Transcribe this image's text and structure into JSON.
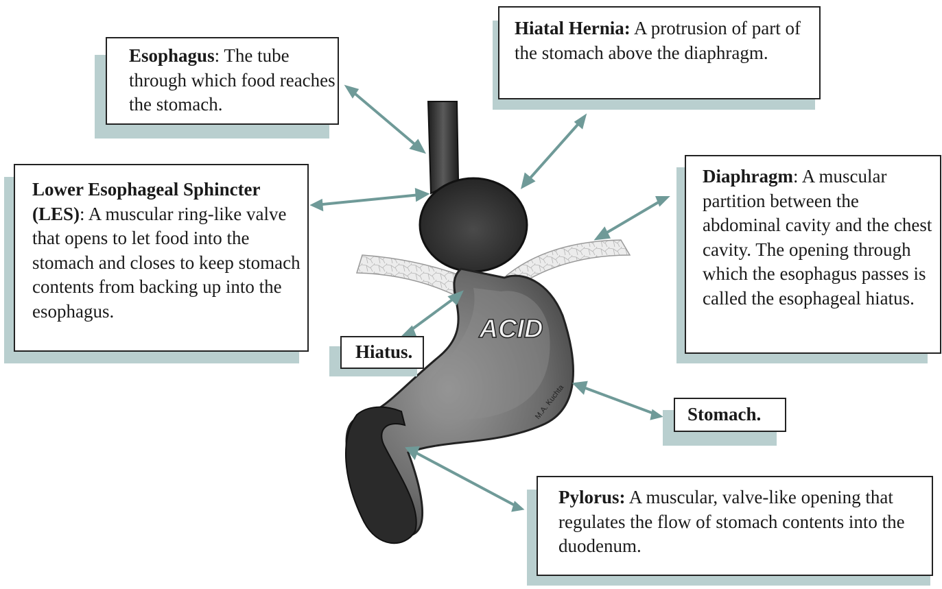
{
  "labels": {
    "esophagus": {
      "term": "Esophagus",
      "text": ": The tube through which food reaches the stomach."
    },
    "hiatal_hernia": {
      "term": "Hiatal Hernia:",
      "text": " A protrusion of part of the stomach above the diaphragm."
    },
    "les": {
      "term": "Lower Esophageal Sphincter (LES)",
      "text": ": A muscular ring-like valve that opens to let food into the stomach and closes to keep stomach contents from backing up into the esophagus."
    },
    "diaphragm": {
      "term": "Diaphragm",
      "text": ": A muscular partition between the abdominal cavity and the chest cavity.  The opening through which the esophagus passes is called the esophageal hiatus."
    },
    "hiatus": {
      "term": "Hiatus."
    },
    "stomach": {
      "term": "Stomach."
    },
    "pylorus": {
      "term": "Pylorus:",
      "text": " A muscular, valve-like opening that regulates the flow of stomach contents into the duodenum."
    }
  },
  "illustration": {
    "acid_text": "ACID",
    "signature": "M.A. Kuchta"
  },
  "colors": {
    "shadow": "#b9cfcf",
    "arrow": "#6f9a98",
    "organ_dark": "#3a3a3a",
    "organ_mid": "#6b6b6b",
    "diaphragm_fill": "#e3e3e3"
  }
}
